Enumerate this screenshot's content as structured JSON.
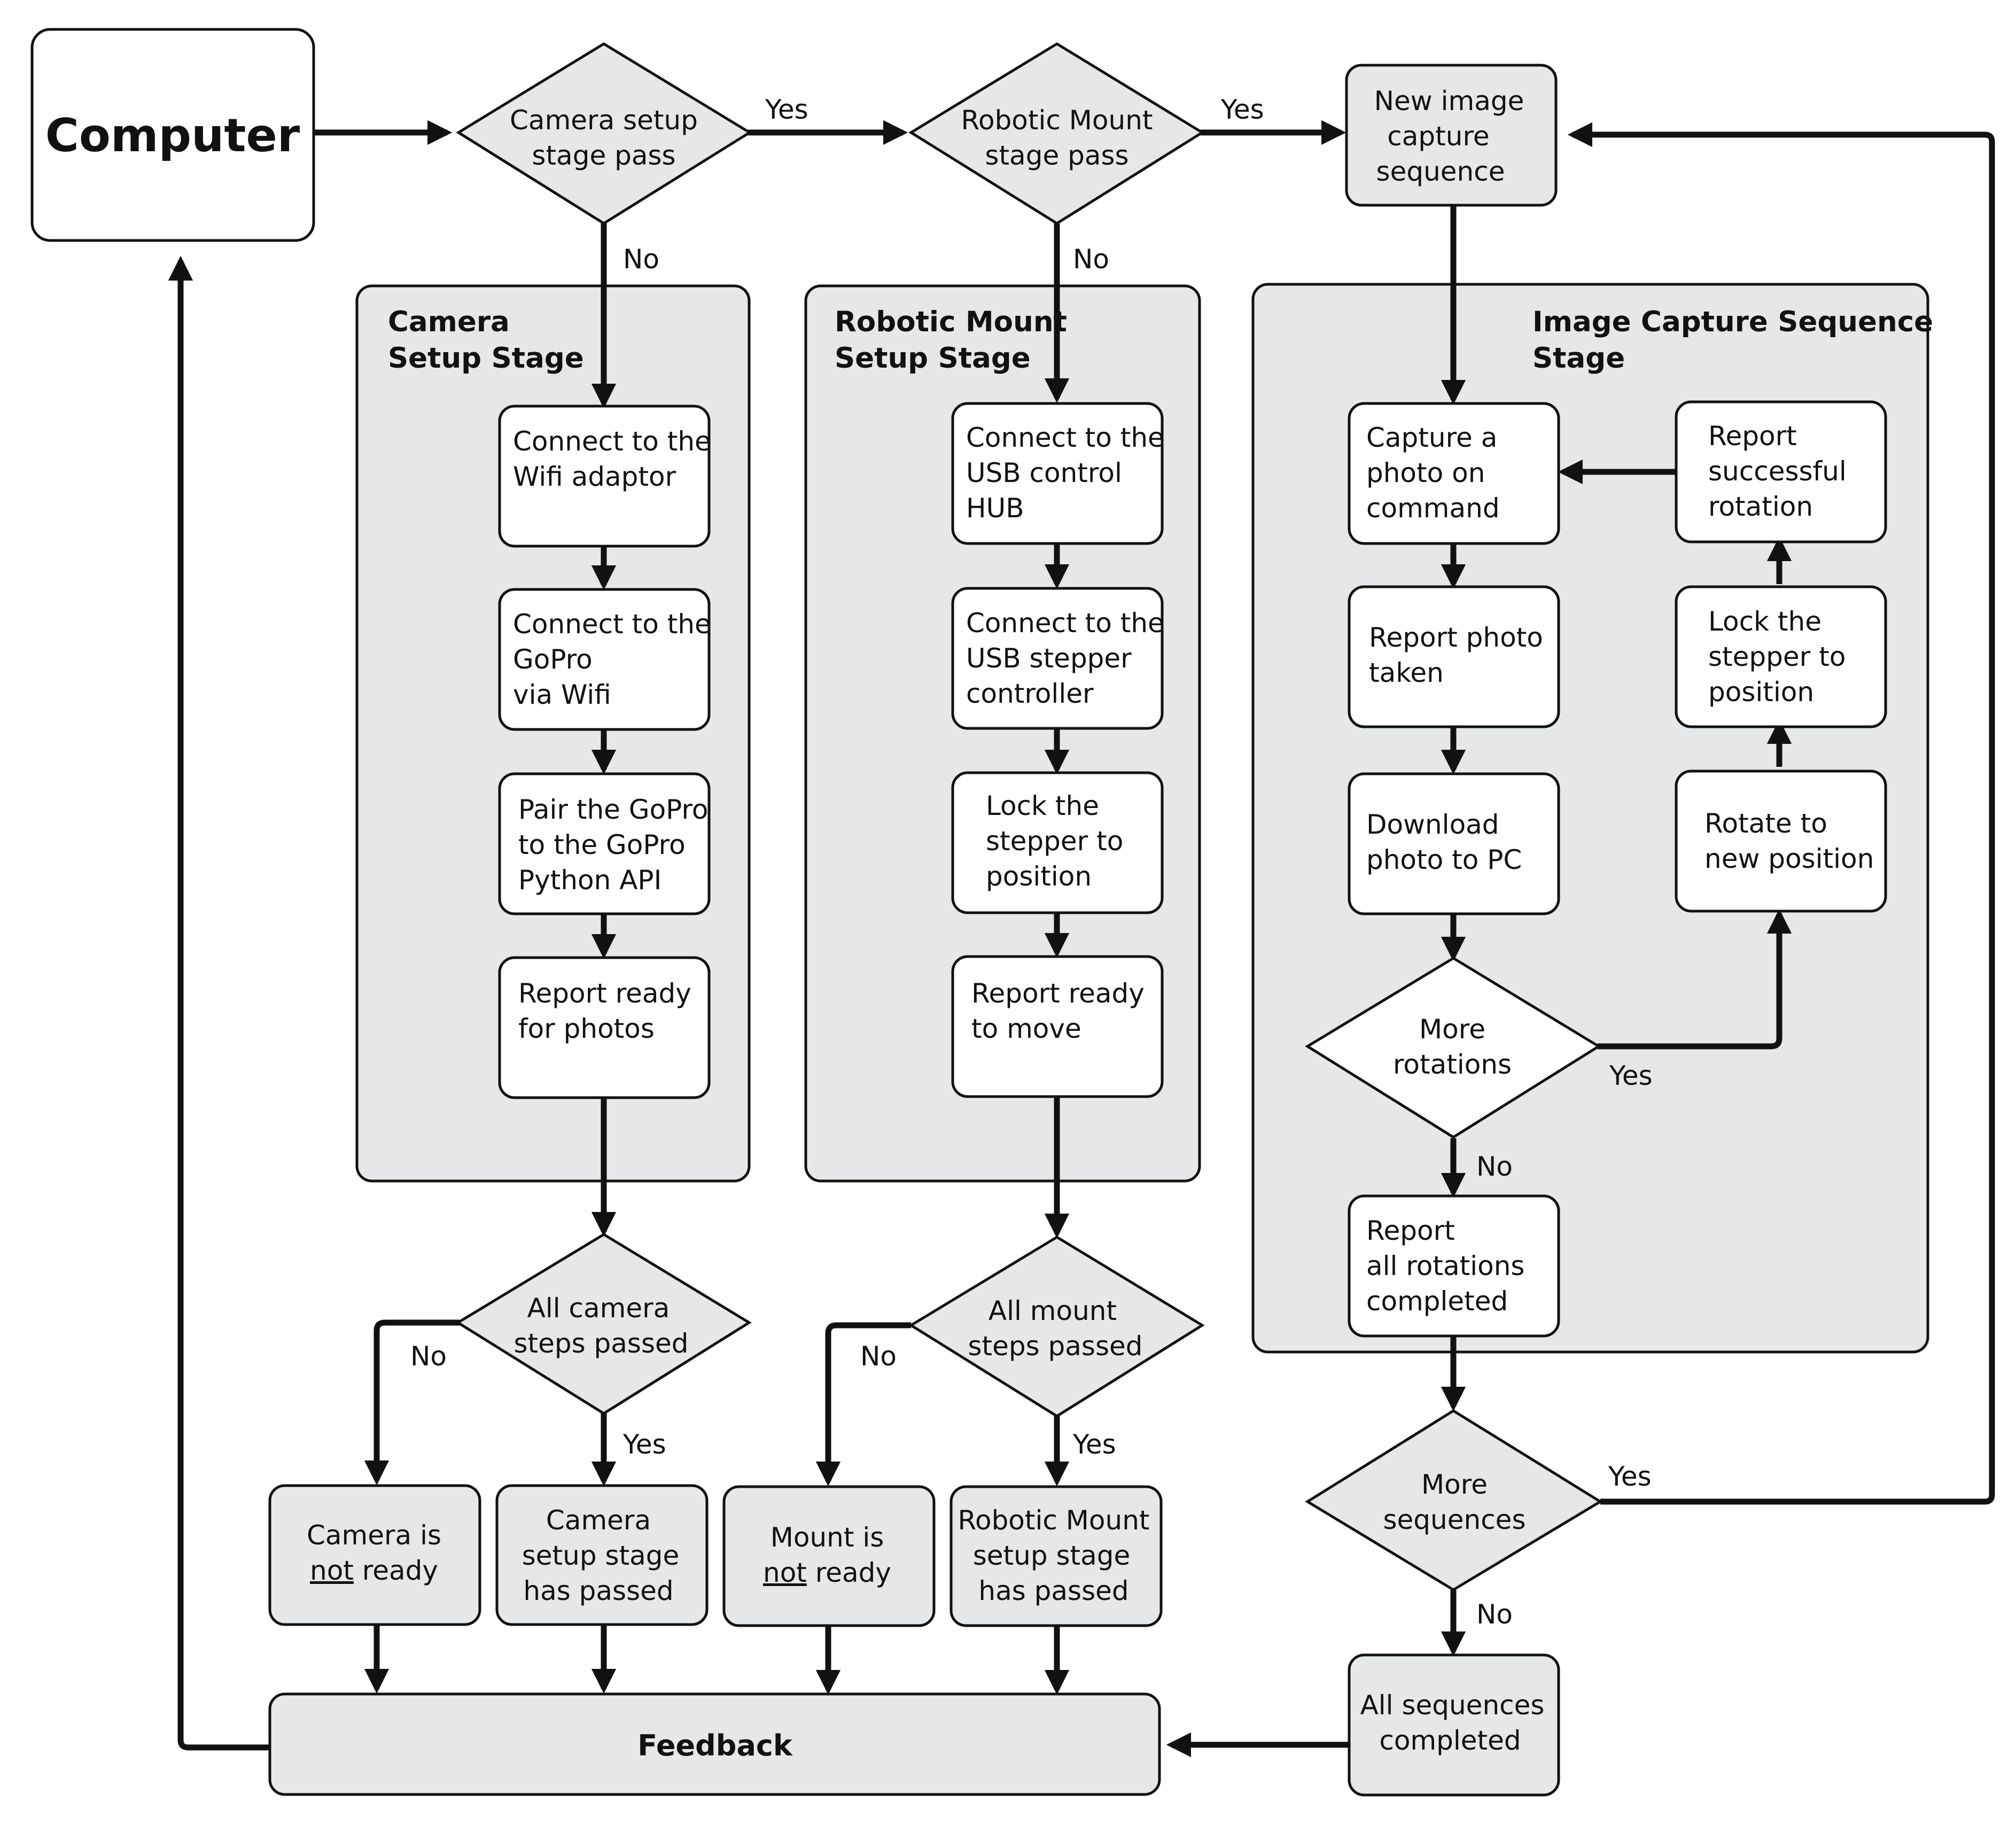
{
  "nodes": {
    "computer": "Computer",
    "camera_pass": [
      "Camera setup",
      "stage pass"
    ],
    "robotic_pass": [
      "Robotic Mount",
      "stage pass"
    ],
    "new_sequence": [
      "New image",
      "capture",
      "sequence"
    ],
    "cam_wifi": [
      "Connect to the",
      "Wifi adaptor"
    ],
    "cam_gopro": [
      "Connect to the",
      "GoPro",
      "via Wifi"
    ],
    "cam_pair": [
      "Pair the GoPro",
      "to the GoPro",
      "Python API"
    ],
    "cam_ready": [
      "Report ready",
      "for photos"
    ],
    "rob_hub": [
      "Connect to the",
      "USB control",
      "HUB"
    ],
    "rob_stepper": [
      "Connect to the",
      "USB stepper",
      "controller"
    ],
    "rob_lock": [
      "Lock the",
      "stepper to",
      "position"
    ],
    "rob_ready": [
      "Report ready",
      "to move"
    ],
    "img_capture": [
      "Capture a",
      "photo on",
      "command"
    ],
    "img_report_photo": [
      "Report photo",
      "taken"
    ],
    "img_download": [
      "Download",
      "photo to PC"
    ],
    "img_more_rot": [
      "More",
      "rotations"
    ],
    "img_report_rot": [
      "Report",
      "successful",
      "rotation"
    ],
    "img_lock": [
      "Lock the",
      "stepper to",
      "position"
    ],
    "img_rotate": [
      "Rotate to",
      "new position"
    ],
    "img_all_rot": [
      "Report",
      "all rotations",
      "completed"
    ],
    "all_camera_steps": [
      "All camera",
      "steps passed"
    ],
    "all_mount_steps": [
      "All mount",
      "steps passed"
    ],
    "more_sequences": [
      "More",
      "sequences"
    ],
    "camera_not_ready": {
      "line1": "Camera is",
      "not_word": "not",
      "rest": " ready"
    },
    "camera_passed": [
      "Camera",
      "setup stage",
      "has passed"
    ],
    "mount_not_ready": {
      "line1": "Mount is",
      "not_word": "not",
      "rest": " ready"
    },
    "robotic_passed": [
      "Robotic Mount",
      "setup stage",
      "has passed"
    ],
    "all_sequences": [
      "All sequences",
      "completed"
    ],
    "feedback": "Feedback"
  },
  "stages": {
    "camera": [
      "Camera",
      "Setup Stage"
    ],
    "robotic": [
      "Robotic Mount",
      "Setup Stage"
    ],
    "image": [
      "Image Capture Sequence",
      "Stage"
    ]
  },
  "labels": {
    "yes": "Yes",
    "no": "No"
  },
  "colors": {
    "node_grey": "#e6e7e8",
    "stroke": "#111111",
    "background": "#ffffff"
  }
}
